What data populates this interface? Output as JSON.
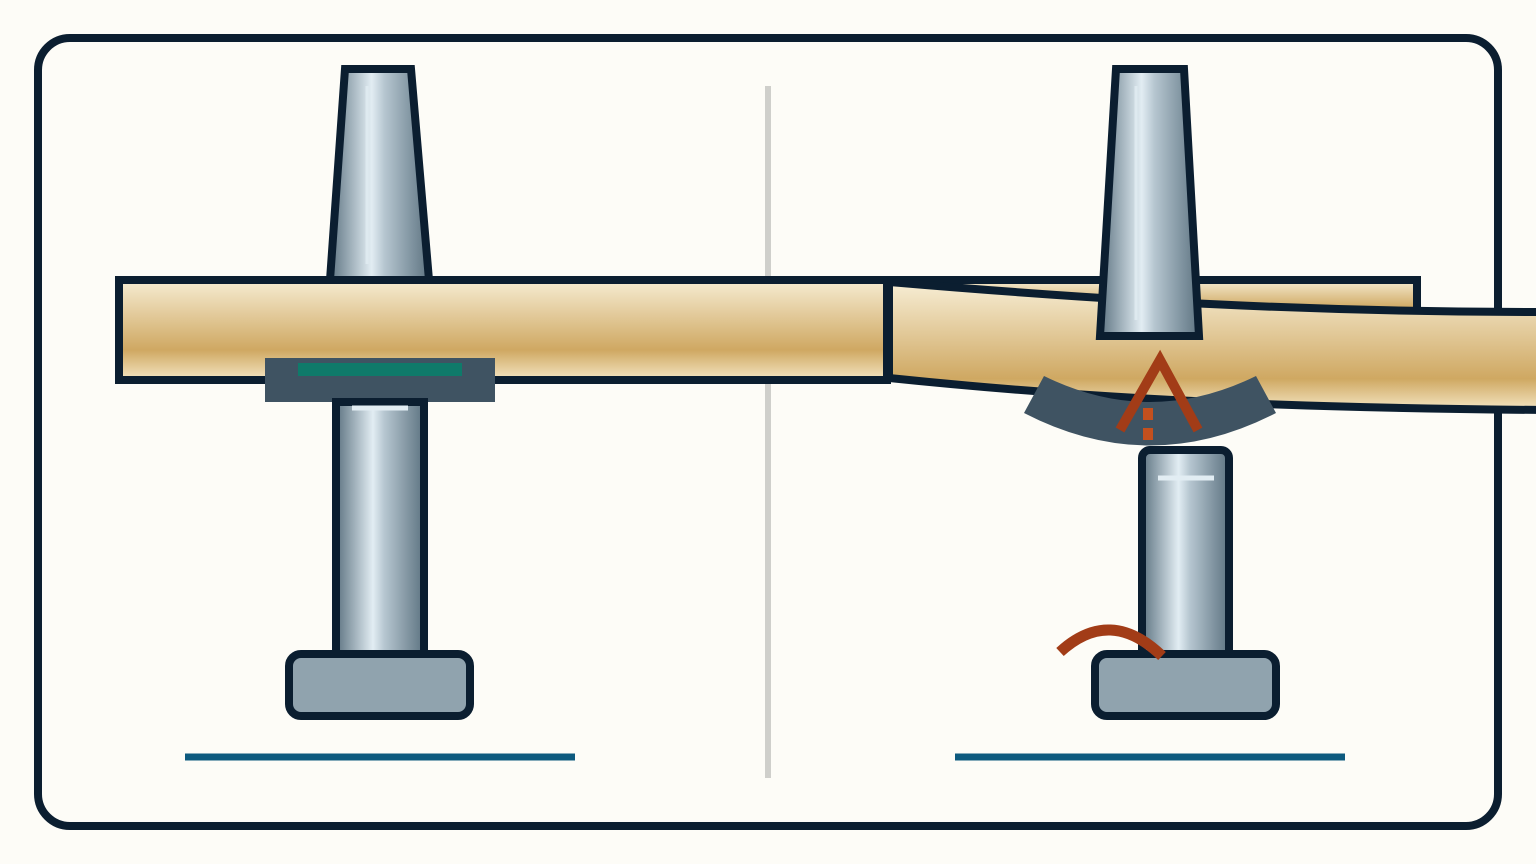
{
  "colors": {
    "background": "#fdfcf7",
    "outline": "#0b1e30",
    "divider": "#cfcfcb",
    "deck_light": "#f6ecd2",
    "deck_dark": "#cfa862",
    "steel_light": "#e2edf3",
    "steel_mid": "#9aaab6",
    "steel_dark": "#5e7482",
    "footing": "#90a3ae",
    "bearing": "#3f5362",
    "bearing_pad": "#0f7a6a",
    "underline": "#0d5a7e",
    "warning": "#a23c17"
  },
  "panels": [
    {
      "id": "left",
      "state": "intact",
      "icons": [
        "column-icon",
        "deck-beam-icon",
        "bearing-pad-icon",
        "footing-icon"
      ]
    },
    {
      "id": "right",
      "state": "displaced",
      "icons": [
        "column-icon",
        "bent-deck-icon",
        "damaged-bearing-icon",
        "arrow-up-icon",
        "rotation-arc-icon",
        "footing-icon"
      ]
    }
  ]
}
